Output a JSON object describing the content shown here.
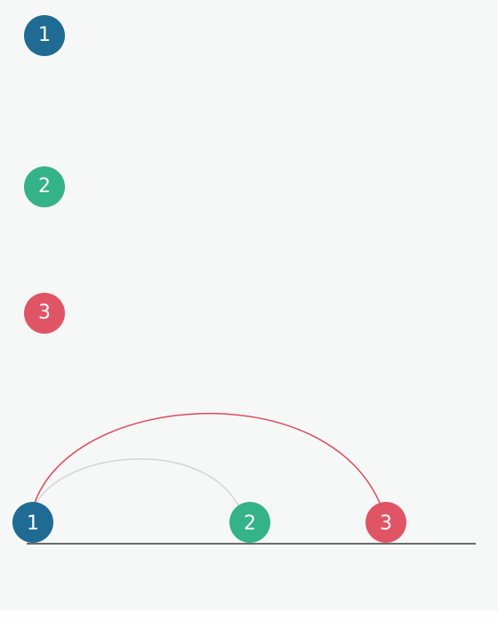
{
  "legend": {
    "items": [
      {
        "label": "1",
        "color": "#1f6b94"
      },
      {
        "label": "2",
        "color": "#33b387"
      },
      {
        "label": "3",
        "color": "#e05565"
      }
    ]
  },
  "diagram": {
    "nodes": [
      {
        "label": "1",
        "color": "#1f6b94"
      },
      {
        "label": "2",
        "color": "#33b387"
      },
      {
        "label": "3",
        "color": "#e05565"
      }
    ],
    "arcs": [
      {
        "from": "1",
        "to": "2",
        "color": "#d4d4d4"
      },
      {
        "from": "1",
        "to": "3",
        "color": "#dc4a5b"
      }
    ],
    "baseline_color": "#6b6b6b"
  }
}
